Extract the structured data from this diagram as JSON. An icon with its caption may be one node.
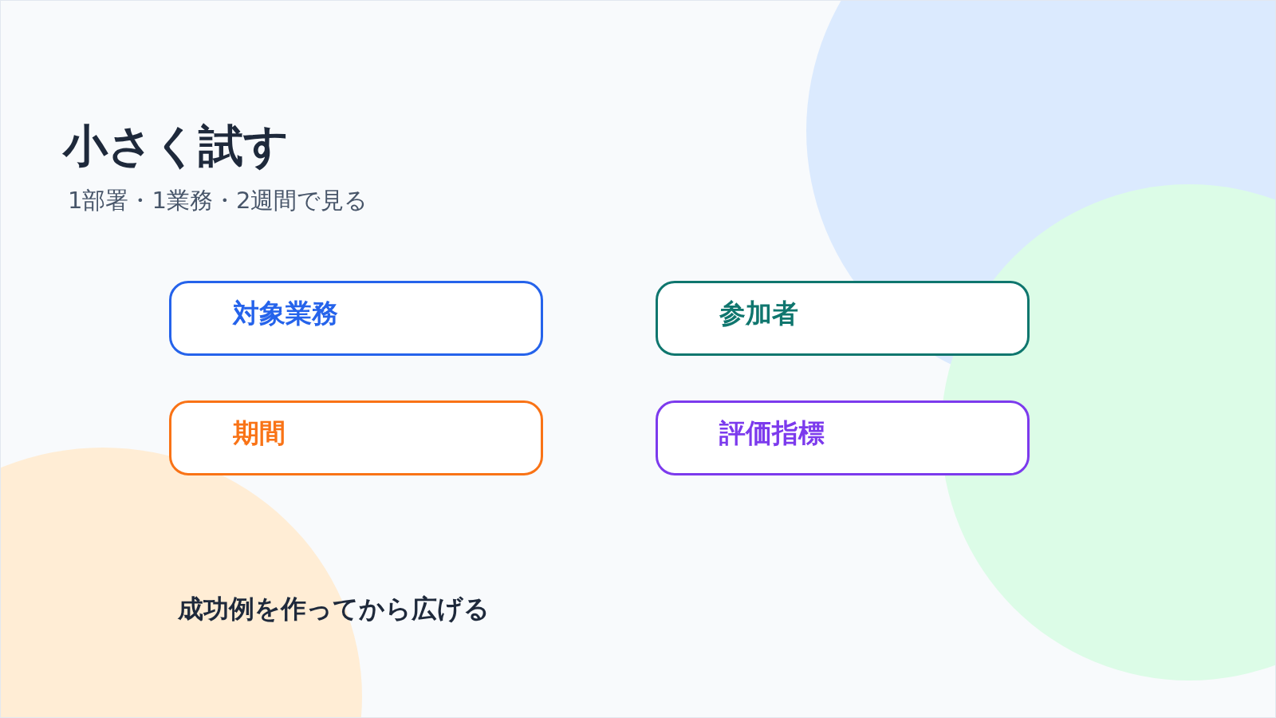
{
  "diagram": {
    "title": "小さく試す",
    "nodes": [
      {
        "text": [
          "対象業務"
        ]
      },
      {
        "text": [
          "参加者"
        ]
      },
      {
        "text": [
          "期間"
        ]
      },
      {
        "text": [
          "評価指標"
        ]
      }
    ],
    "edges": [],
    "labels": [
      "1部署・1業務・2週間で見る",
      "成功例を作ってから広げる"
    ]
  }
}
